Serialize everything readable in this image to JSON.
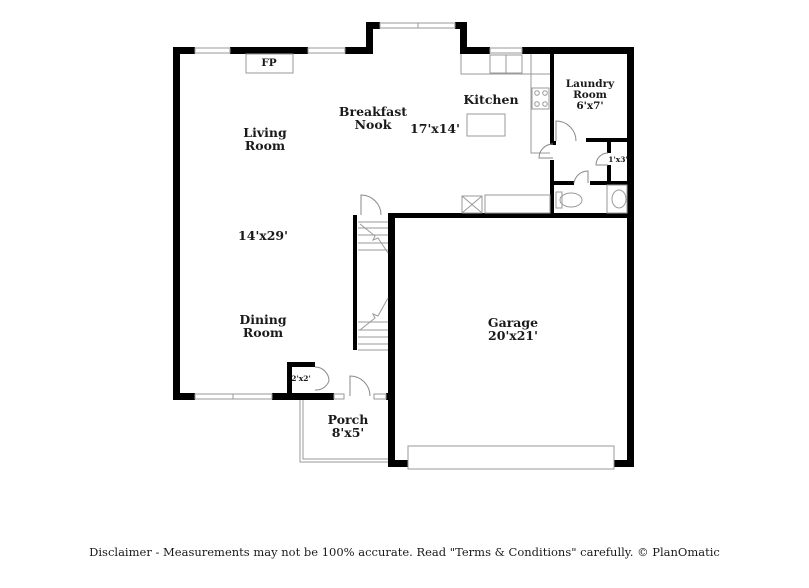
{
  "floorplan": {
    "rooms": [
      {
        "id": "living-room",
        "name": "Living\nRoom",
        "name_line1": "Living",
        "name_line2": "Room",
        "dimensions": "14'x29'"
      },
      {
        "id": "breakfast-nook",
        "name_line1": "Breakfast",
        "name_line2": "Nook",
        "dimensions": "17'x14'"
      },
      {
        "id": "kitchen",
        "name_line1": "Kitchen"
      },
      {
        "id": "laundry-room",
        "name_line1": "Laundry",
        "name_line2": "Room",
        "dimensions": "6'x7'"
      },
      {
        "id": "dining-room",
        "name_line1": "Dining",
        "name_line2": "Room"
      },
      {
        "id": "garage",
        "name_line1": "Garage",
        "dimensions": "20'x21'"
      },
      {
        "id": "porch",
        "name_line1": "Porch",
        "dimensions": "8'x5'"
      },
      {
        "id": "closet-small",
        "dimensions": "1'x3'"
      },
      {
        "id": "closet-entry",
        "dimensions": "2'x2'"
      }
    ],
    "fixtures": {
      "fireplace": "FP"
    }
  },
  "footer": {
    "disclaimer": "Disclaimer - Measurements may not be 100% accurate. Read \"Terms & Conditions\" carefully. © PlanOmatic"
  }
}
